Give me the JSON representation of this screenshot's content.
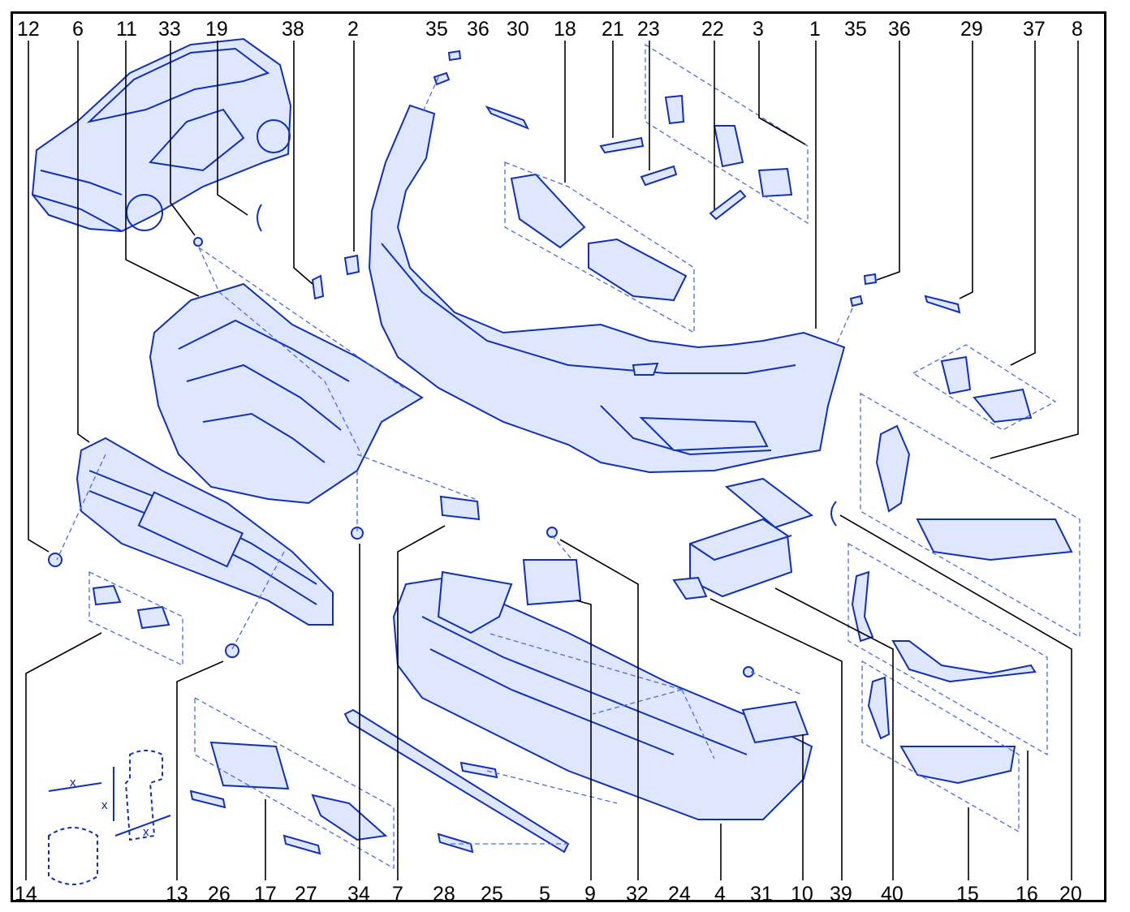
{
  "top_labels": [
    "12",
    "6",
    "11",
    "33",
    "19",
    "38",
    "2",
    "35",
    "36",
    "30",
    "18",
    "21",
    "23",
    "22",
    "3",
    "1",
    "35",
    "36",
    "29",
    "37",
    "8"
  ],
  "bottom_labels": [
    "14",
    "13",
    "26",
    "17",
    "27",
    "34",
    "7",
    "28",
    "25",
    "5",
    "9",
    "32",
    "24",
    "4",
    "31",
    "10",
    "39",
    "40",
    "15",
    "16",
    "20"
  ],
  "dimension_marks": [
    "x",
    "x",
    "x"
  ],
  "colors": {
    "line": "#1030b8",
    "fill": "#dfe6ff",
    "text": "#000000",
    "frame": "#000000"
  }
}
